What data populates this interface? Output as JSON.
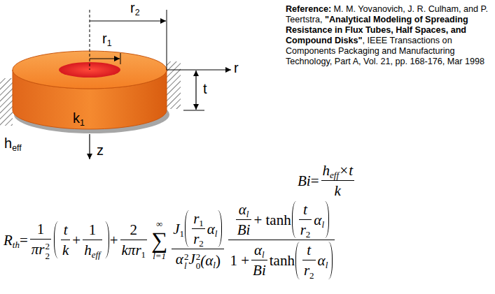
{
  "diagram": {
    "labels": [
      "r",
      "2",
      "r",
      "1",
      "r",
      "t",
      "k",
      "1",
      "h",
      "eff",
      "z",
      "Reference:",
      "M. M. Yovanovich, J. R. Culham, and P. Teertstra,",
      "\"Analytical Modeling of Spreading Resistance in Flux Tubes, Half Spaces, and Compound Disks\"",
      ", IEEE Transactions on Components Packaging and Manufacturing Technology, Part A, Vol. 21, pp. 168-176, Mar 1998",
      "Bi",
      "=",
      "h",
      "eff",
      "×t",
      "k",
      "R",
      "th",
      "=",
      "1",
      "πr",
      "2",
      "2",
      "t",
      "k",
      "+",
      "1",
      "h",
      "eff",
      "+",
      "2",
      "kπr",
      "1",
      "∑",
      "∞",
      "l=1",
      "J",
      "1",
      "r",
      "1",
      "r",
      "2",
      "α",
      "l",
      "α",
      "l",
      "2",
      "J",
      "0",
      "2",
      "(α",
      "l",
      ")",
      "α",
      "l",
      "Bi",
      "+ tanh",
      "t",
      "r",
      "2",
      "α",
      "l",
      "1 +",
      "α",
      "l",
      "Bi",
      "tanh",
      "t",
      "r",
      "2",
      "α",
      "l"
    ]
  }
}
